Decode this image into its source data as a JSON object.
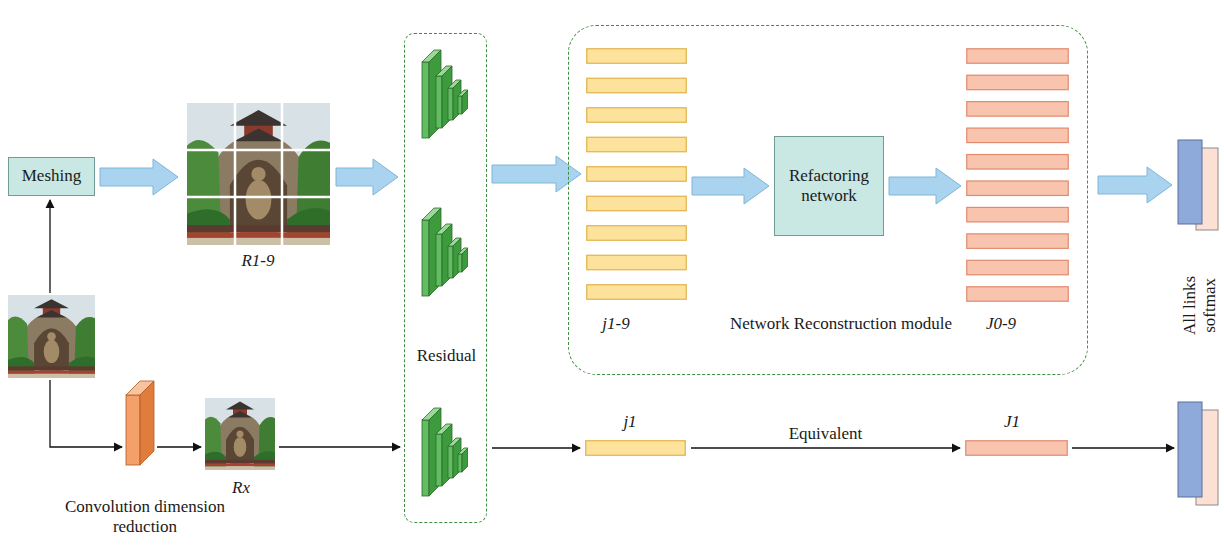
{
  "diagram": {
    "nodes": [
      {
        "text": [
          "Meshing"
        ]
      },
      {
        "text": [
          "Residual"
        ]
      },
      {
        "text": [
          "Network Reconstruction module"
        ]
      },
      {
        "text": [
          "j1-9"
        ],
        "in": 2
      },
      {
        "text": [
          "Refactoring network"
        ],
        "in": 2
      },
      {
        "text": [
          "J0-9"
        ],
        "in": 2
      },
      {
        "text": [
          "j1"
        ]
      },
      {
        "text": [
          "J1"
        ]
      }
    ],
    "edges": [
      {
        "from": 1,
        "to": 3,
        "arrow": "to"
      },
      {
        "from": 3,
        "to": 4,
        "arrow": "to"
      },
      {
        "from": 4,
        "to": 5,
        "arrow": "to"
      },
      {
        "from": 1,
        "to": 6,
        "arrow": "to"
      },
      {
        "from": 6,
        "to": 7,
        "arrow": "to",
        "label": "Equivalent"
      }
    ],
    "labels": [
      "R1-9",
      "Rx",
      "Convolution dimension reduction",
      "All links softmax"
    ]
  }
}
